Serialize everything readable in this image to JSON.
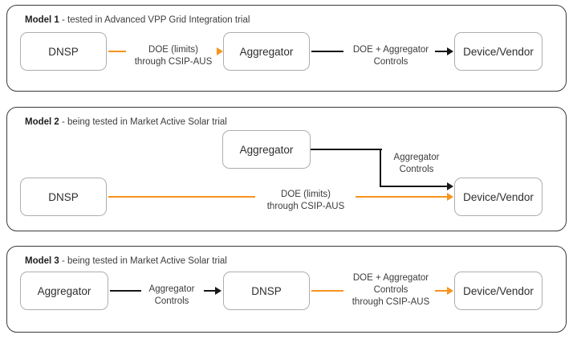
{
  "diagram": {
    "title_prefix_1": "Model 1",
    "title_prefix_2": "Model 2",
    "title_prefix_3": "Model 3",
    "colors": {
      "orange": "#F7941E",
      "black": "#17171a",
      "panel_border": "#3a3a3a",
      "node_border": "#adadad",
      "text": "#3c3c3c",
      "background": "#ffffff"
    }
  },
  "panels": [
    {
      "id": "model-1",
      "model": "Model 1",
      "subtitle": " - tested in Advanced VPP Grid Integration trial",
      "nodes": [
        {
          "id": "dnsp",
          "label": "DNSP"
        },
        {
          "id": "aggregator",
          "label": "Aggregator"
        },
        {
          "id": "device",
          "label": "Device/Vendor"
        }
      ],
      "edges": [
        {
          "id": "dnsp-to-aggregator",
          "from": "DNSP",
          "to": "Aggregator",
          "color": "orange",
          "line1": "DOE (limits)",
          "line2": "through CSIP-AUS"
        },
        {
          "id": "aggregator-to-device",
          "from": "Aggregator",
          "to": "Device/Vendor",
          "color": "black",
          "line1": "DOE + Aggregator",
          "line2": "Controls"
        }
      ]
    },
    {
      "id": "model-2",
      "model": "Model 2",
      "subtitle": " - being tested in Market Active Solar trial",
      "nodes": [
        {
          "id": "aggregator",
          "label": "Aggregator"
        },
        {
          "id": "dnsp",
          "label": "DNSP"
        },
        {
          "id": "device",
          "label": "Device/Vendor"
        }
      ],
      "edges": [
        {
          "id": "aggregator-to-device",
          "from": "Aggregator",
          "to": "Device/Vendor",
          "color": "black",
          "line1": "Aggregator",
          "line2": "Controls"
        },
        {
          "id": "dnsp-to-device",
          "from": "DNSP",
          "to": "Device/Vendor",
          "color": "orange",
          "line1": "DOE (limits)",
          "line2": "through CSIP-AUS"
        }
      ]
    },
    {
      "id": "model-3",
      "model": "Model 3",
      "subtitle": " - being tested in Market Active Solar trial",
      "nodes": [
        {
          "id": "aggregator",
          "label": "Aggregator"
        },
        {
          "id": "dnsp",
          "label": "DNSP"
        },
        {
          "id": "device",
          "label": "Device/Vendor"
        }
      ],
      "edges": [
        {
          "id": "aggregator-to-dnsp",
          "from": "Aggregator",
          "to": "DNSP",
          "color": "black",
          "line1": "Aggregator",
          "line2": "Controls"
        },
        {
          "id": "dnsp-to-device",
          "from": "DNSP",
          "to": "Device/Vendor",
          "color": "orange",
          "line1": "DOE + Aggregator",
          "line2": "Controls",
          "line3": "through CSIP-AUS"
        }
      ]
    }
  ]
}
